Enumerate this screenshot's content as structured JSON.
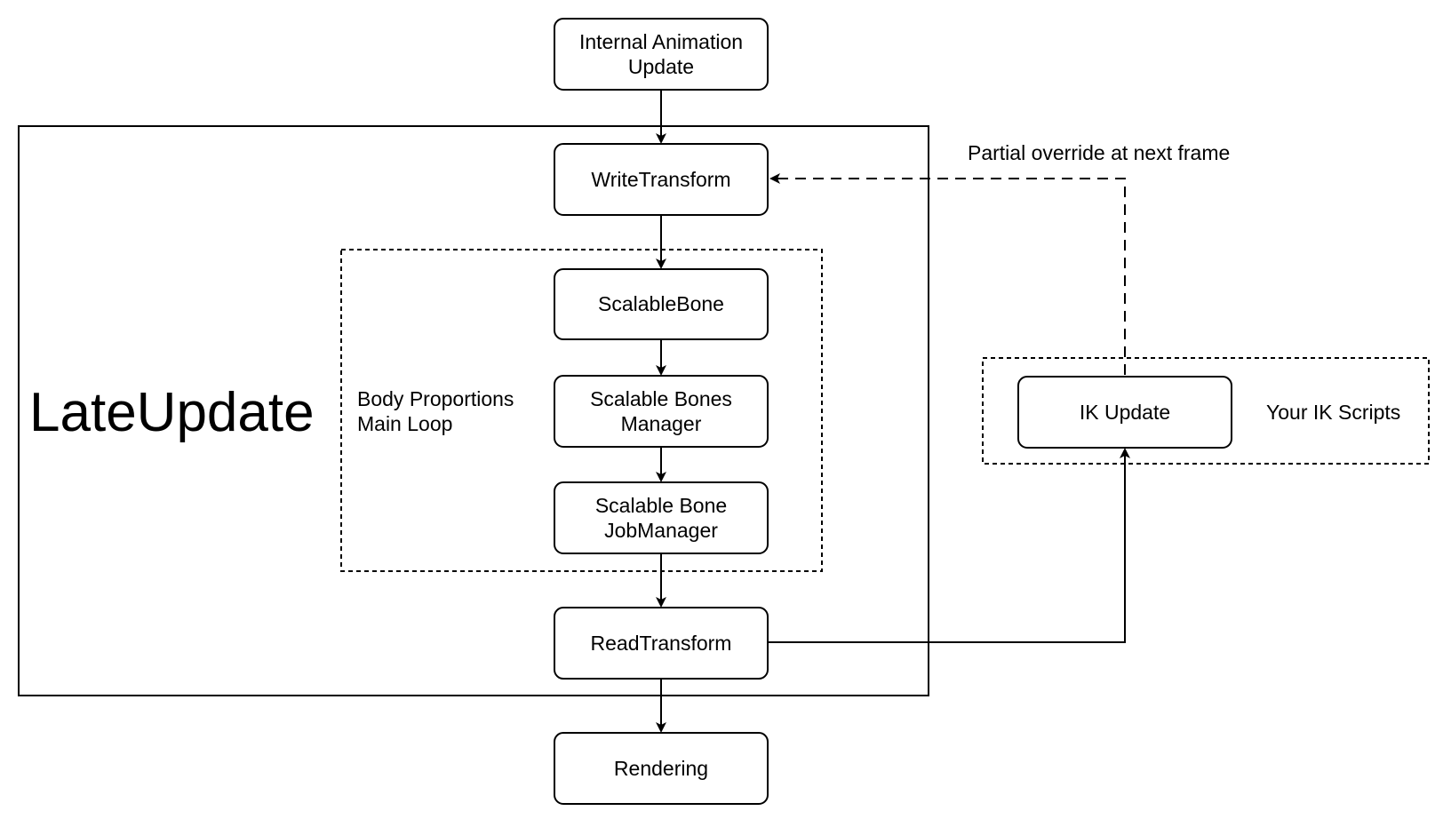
{
  "colors": {
    "stroke": "#000000",
    "background": "#ffffff",
    "accent_red": "#ff0000"
  },
  "nodes": {
    "internal_animation_update": [
      "Internal Animation",
      "Update"
    ],
    "write_transform": [
      "WriteTransform"
    ],
    "scalable_bone": [
      "ScalableBone"
    ],
    "scalable_bones_manager": [
      "Scalable Bones",
      "Manager"
    ],
    "scalable_bone_job_manager": [
      "Scalable Bone",
      "JobManager"
    ],
    "read_transform": [
      "ReadTransform"
    ],
    "rendering": [
      "Rendering"
    ],
    "ik_update": [
      "IK Update"
    ]
  },
  "labels": {
    "late_update": "LateUpdate",
    "body_proportions": [
      "Body Proportions",
      "Main Loop"
    ],
    "partial_override": "Partial override at next frame",
    "your_ik_scripts": "Your IK Scripts"
  }
}
